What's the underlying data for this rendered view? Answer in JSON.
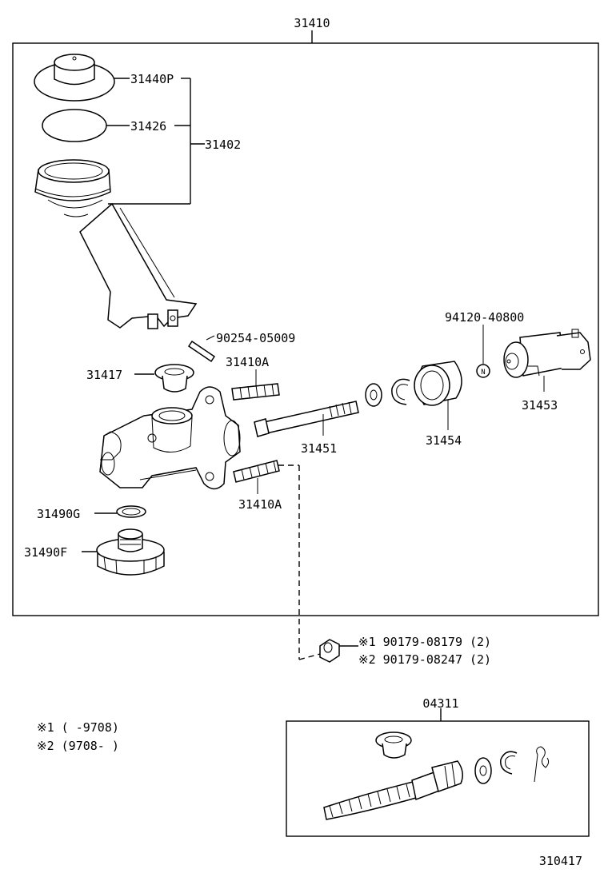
{
  "assembly": {
    "main_number": "31410",
    "kit_number": "04311",
    "page_code": "310417"
  },
  "callouts": {
    "p31440P": "31440P",
    "p31426": "31426",
    "p31402": "31402",
    "p90254": "90254-05009",
    "p31417": "31417",
    "p31410A_top": "31410A",
    "p31410A_bottom": "31410A",
    "p31451": "31451",
    "p31454": "31454",
    "p94120": "94120-40800",
    "p31453": "31453",
    "p31490G": "31490G",
    "p31490F": "31490F",
    "nut_1": "※1 90179-08179 (2)",
    "nut_2": "※2 90179-08247 (2)"
  },
  "notes": {
    "note_1": "※1 (     -9708)",
    "note_2": "※2 (9708-     )"
  },
  "symbols": {
    "n_marker": "N"
  }
}
